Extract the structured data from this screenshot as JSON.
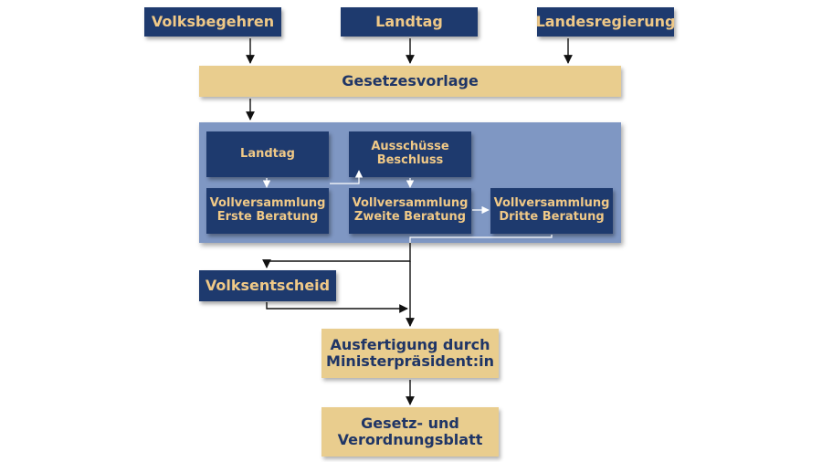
{
  "sources": {
    "volksbegehren": "Volksbegehren",
    "landtag": "Landtag",
    "landesregierung": "Landesregierung"
  },
  "gesetzesvorlage": "Gesetzesvorlage",
  "process": {
    "landtag": "Landtag",
    "ausschuesse": "Ausschüsse\nBeschluss",
    "erste": "Vollversammlung\nErste Beratung",
    "zweite": "Vollversammlung\nZweite Beratung",
    "dritte": "Vollversammlung\nDritte Beratung"
  },
  "volksentscheid": "Volksentscheid",
  "ausfertigung": "Ausfertigung durch\nMinisterpräsident:in",
  "gesetzblatt": "Gesetz- und\nVerordnungsblatt",
  "colors": {
    "dark_box": "#1e3a6e",
    "dark_text": "#f0c987",
    "tan_box": "#e9cd8e",
    "tan_text": "#1f3566",
    "panel": "#7f97c3"
  }
}
